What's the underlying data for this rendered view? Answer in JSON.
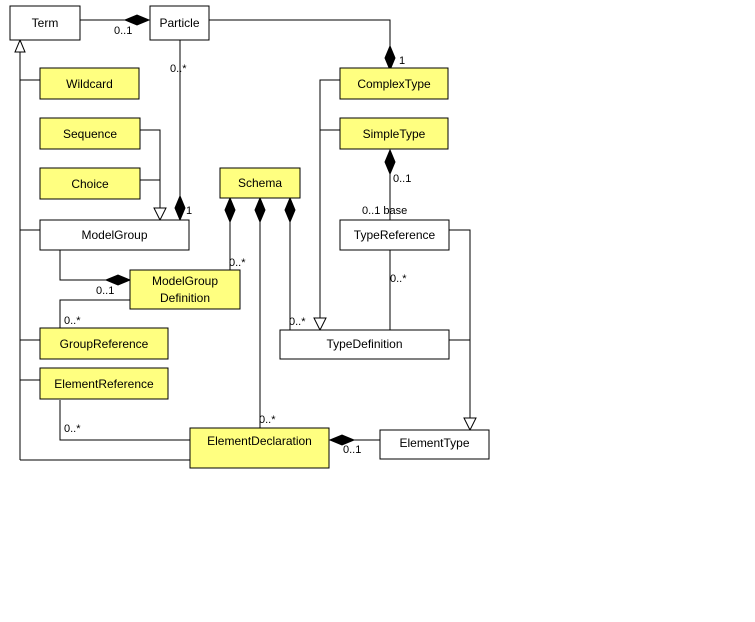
{
  "colors": {
    "highlight": "#ffff80",
    "plain": "#ffffff",
    "line": "#000000"
  },
  "classes": {
    "term": "Term",
    "particle": "Particle",
    "wildcard": "Wildcard",
    "sequence": "Sequence",
    "choice": "Choice",
    "model_group": "ModelGroup",
    "schema": "Schema",
    "model_group_definition": [
      "ModelGroup",
      "Definition"
    ],
    "group_reference": "GroupReference",
    "element_reference": "ElementReference",
    "element_declaration": "ElementDeclaration",
    "complex_type": "ComplexType",
    "simple_type": "SimpleType",
    "type_reference": "TypeReference",
    "type_definition": "TypeDefinition",
    "element_type": "ElementType"
  },
  "multiplicities": {
    "term_particle": "0..1",
    "particle_modelgroup": "0..*",
    "modelgroup_composite": "1",
    "particle_complextype": "1",
    "simpletype_typeref": "0..1",
    "typeref_base": "0..1 base",
    "typeref_typedef": "0..*",
    "schema_modelgroupdef": "0..*",
    "modelgroup_modelgroupdef": "0..1",
    "groupref_modelgroupdef": "0..*",
    "schema_typedef": "0..*",
    "schema_elementdecl": "0..*",
    "elementref_elementdecl": "0..*",
    "elementdecl_elementtype": "0..1"
  }
}
